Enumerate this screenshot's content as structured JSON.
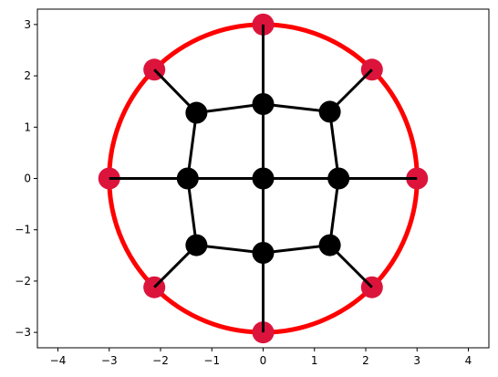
{
  "chart_data": {
    "type": "scatter",
    "title": "",
    "xlabel": "",
    "ylabel": "",
    "xlim": [
      -4.4,
      4.4
    ],
    "ylim": [
      -3.3,
      3.3
    ],
    "x_ticks": [
      -4,
      -3,
      -2,
      -1,
      0,
      1,
      2,
      3,
      4
    ],
    "y_ticks": [
      -3,
      -2,
      -1,
      0,
      1,
      2,
      3
    ],
    "x_tick_labels": [
      "−4",
      "−3",
      "−2",
      "−1",
      "0",
      "1",
      "2",
      "3",
      "4"
    ],
    "y_tick_labels": [
      "−3",
      "−2",
      "−1",
      "0",
      "1",
      "2",
      "3"
    ],
    "grid": false,
    "colors": {
      "circle": "#ff0000",
      "boundary_nodes": "#dc143c",
      "interior_nodes": "#000000",
      "edges": "#000000"
    },
    "circle": {
      "center": [
        0,
        0
      ],
      "radius": 3
    },
    "boundary_nodes": [
      [
        3,
        0
      ],
      [
        2.121,
        2.121
      ],
      [
        0,
        3
      ],
      [
        -2.121,
        2.121
      ],
      [
        -3,
        0
      ],
      [
        -2.121,
        -2.121
      ],
      [
        0,
        -3
      ],
      [
        2.121,
        -2.121
      ]
    ],
    "interior_nodes": [
      [
        0,
        0
      ],
      [
        1.47,
        0
      ],
      [
        1.3,
        1.3
      ],
      [
        0,
        1.45
      ],
      [
        -1.3,
        1.28
      ],
      [
        -1.47,
        0
      ],
      [
        -1.3,
        -1.3
      ],
      [
        0,
        -1.45
      ],
      [
        1.3,
        -1.3
      ]
    ],
    "edges": [
      [
        [
          0,
          0
        ],
        [
          1.47,
          0
        ]
      ],
      [
        [
          0,
          0
        ],
        [
          0,
          1.45
        ]
      ],
      [
        [
          0,
          0
        ],
        [
          -1.47,
          0
        ]
      ],
      [
        [
          0,
          0
        ],
        [
          0,
          -1.45
        ]
      ],
      [
        [
          1.47,
          0
        ],
        [
          1.3,
          1.3
        ]
      ],
      [
        [
          1.3,
          1.3
        ],
        [
          0,
          1.45
        ]
      ],
      [
        [
          0,
          1.45
        ],
        [
          -1.3,
          1.28
        ]
      ],
      [
        [
          -1.3,
          1.28
        ],
        [
          -1.47,
          0
        ]
      ],
      [
        [
          -1.47,
          0
        ],
        [
          -1.3,
          -1.3
        ]
      ],
      [
        [
          -1.3,
          -1.3
        ],
        [
          0,
          -1.45
        ]
      ],
      [
        [
          0,
          -1.45
        ],
        [
          1.3,
          -1.3
        ]
      ],
      [
        [
          1.3,
          -1.3
        ],
        [
          1.47,
          0
        ]
      ],
      [
        [
          1.47,
          0
        ],
        [
          3,
          0
        ]
      ],
      [
        [
          1.3,
          1.3
        ],
        [
          2.121,
          2.121
        ]
      ],
      [
        [
          0,
          1.45
        ],
        [
          0,
          3
        ]
      ],
      [
        [
          -1.3,
          1.28
        ],
        [
          -2.121,
          2.121
        ]
      ],
      [
        [
          -1.47,
          0
        ],
        [
          -3,
          0
        ]
      ],
      [
        [
          -1.3,
          -1.3
        ],
        [
          -2.121,
          -2.121
        ]
      ],
      [
        [
          0,
          -1.45
        ],
        [
          0,
          -3
        ]
      ],
      [
        [
          1.3,
          -1.3
        ],
        [
          2.121,
          -2.121
        ]
      ]
    ]
  }
}
